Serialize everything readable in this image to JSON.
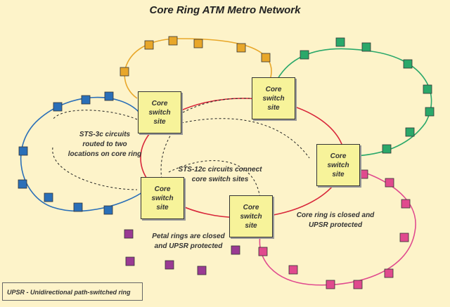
{
  "title": "Core Ring ATM Metro Network",
  "switch_sites": [
    {
      "line1": "Core",
      "line2": "switch",
      "line3": "site"
    },
    {
      "line1": "Core",
      "line2": "switch",
      "line3": "site"
    },
    {
      "line1": "Core",
      "line2": "switch",
      "line3": "site"
    },
    {
      "line1": "Core",
      "line2": "switch",
      "line3": "site"
    },
    {
      "line1": "Core",
      "line2": "switch",
      "line3": "site"
    }
  ],
  "notes": {
    "sts3c": [
      "STS-3c circuits",
      "routed to two",
      "locations on core ring"
    ],
    "sts12c": [
      "STS-12c circuits connect",
      "core switch sites"
    ],
    "core_ring": [
      "Core ring is closed and",
      "UPSR protected"
    ],
    "petal_rings": [
      "Petal rings are closed",
      "and UPSR protected"
    ]
  },
  "legend": "UPSR - Unidirectional path-switched ring",
  "colors": {
    "background": "#fdf3c9",
    "core_ring": "#d8263a",
    "orange_ring": "#e8a72a",
    "green_ring": "#2aa86a",
    "blue_ring": "#2a6fb8",
    "pink_ring": "#e04a8e",
    "purple_nodes": "#9a3a93",
    "switch_fill": "#f7f39a"
  }
}
